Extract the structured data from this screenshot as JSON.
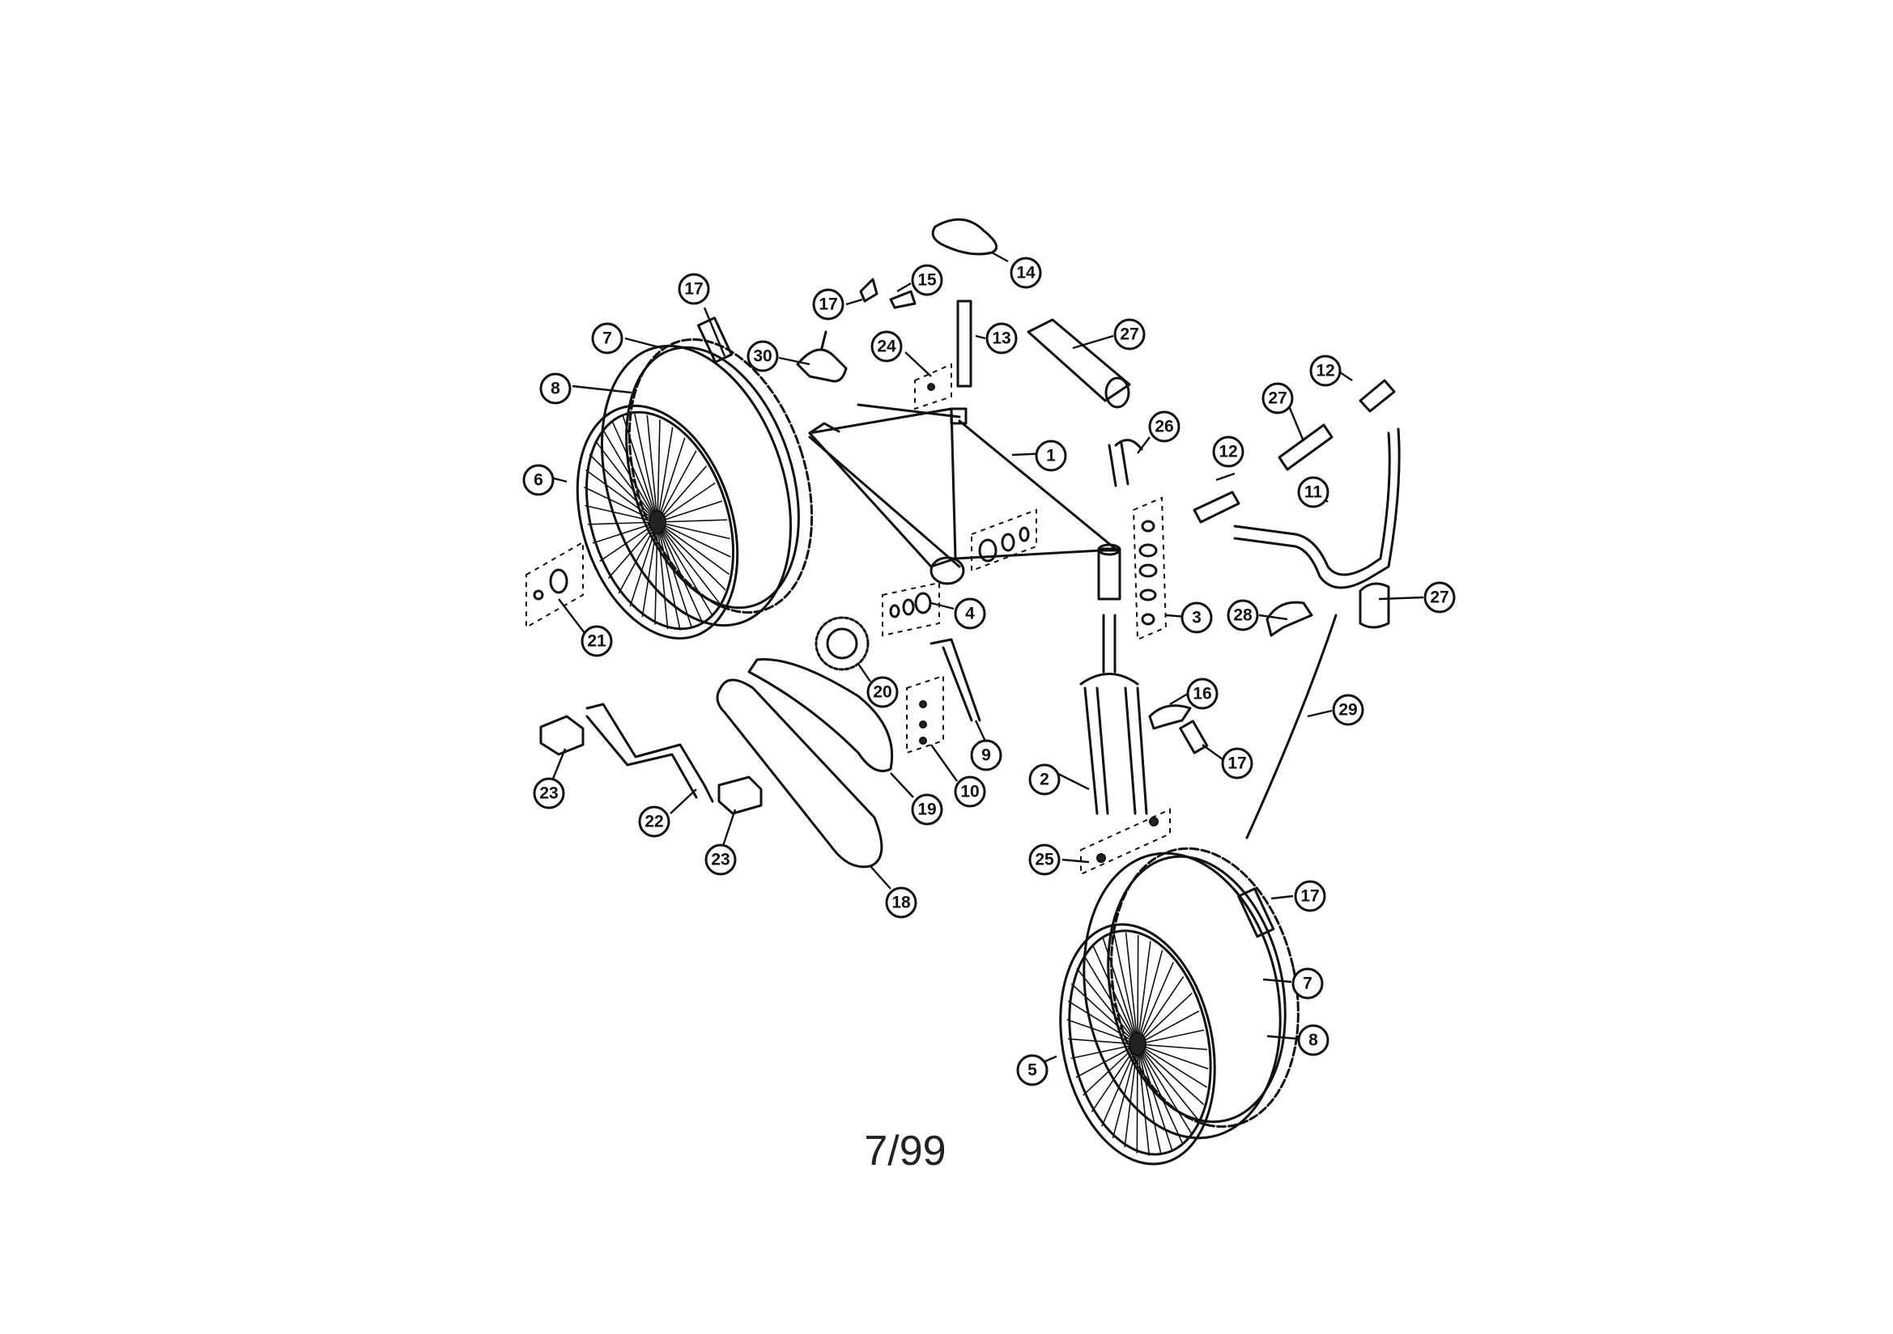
{
  "diagram": {
    "date_code": "7/99",
    "callouts": [
      {
        "id": "c1",
        "label": "1"
      },
      {
        "id": "c2",
        "label": "2"
      },
      {
        "id": "c3",
        "label": "3"
      },
      {
        "id": "c4",
        "label": "4"
      },
      {
        "id": "c5",
        "label": "5"
      },
      {
        "id": "c6",
        "label": "6"
      },
      {
        "id": "c7a",
        "label": "7"
      },
      {
        "id": "c7b",
        "label": "7"
      },
      {
        "id": "c8a",
        "label": "8"
      },
      {
        "id": "c8b",
        "label": "8"
      },
      {
        "id": "c9",
        "label": "9"
      },
      {
        "id": "c10",
        "label": "10"
      },
      {
        "id": "c11",
        "label": "11"
      },
      {
        "id": "c12a",
        "label": "12"
      },
      {
        "id": "c12b",
        "label": "12"
      },
      {
        "id": "c13",
        "label": "13"
      },
      {
        "id": "c14",
        "label": "14"
      },
      {
        "id": "c15",
        "label": "15"
      },
      {
        "id": "c16",
        "label": "16"
      },
      {
        "id": "c17a",
        "label": "17"
      },
      {
        "id": "c17b",
        "label": "17"
      },
      {
        "id": "c17c",
        "label": "17"
      },
      {
        "id": "c17d",
        "label": "17"
      },
      {
        "id": "c18",
        "label": "18"
      },
      {
        "id": "c19",
        "label": "19"
      },
      {
        "id": "c20",
        "label": "20"
      },
      {
        "id": "c21",
        "label": "21"
      },
      {
        "id": "c22",
        "label": "22"
      },
      {
        "id": "c23a",
        "label": "23"
      },
      {
        "id": "c23b",
        "label": "23"
      },
      {
        "id": "c24",
        "label": "24"
      },
      {
        "id": "c25",
        "label": "25"
      },
      {
        "id": "c26",
        "label": "26"
      },
      {
        "id": "c27a",
        "label": "27"
      },
      {
        "id": "c27b",
        "label": "27"
      },
      {
        "id": "c27c",
        "label": "27"
      },
      {
        "id": "c28",
        "label": "28"
      },
      {
        "id": "c29",
        "label": "29"
      },
      {
        "id": "c30",
        "label": "30"
      }
    ]
  }
}
